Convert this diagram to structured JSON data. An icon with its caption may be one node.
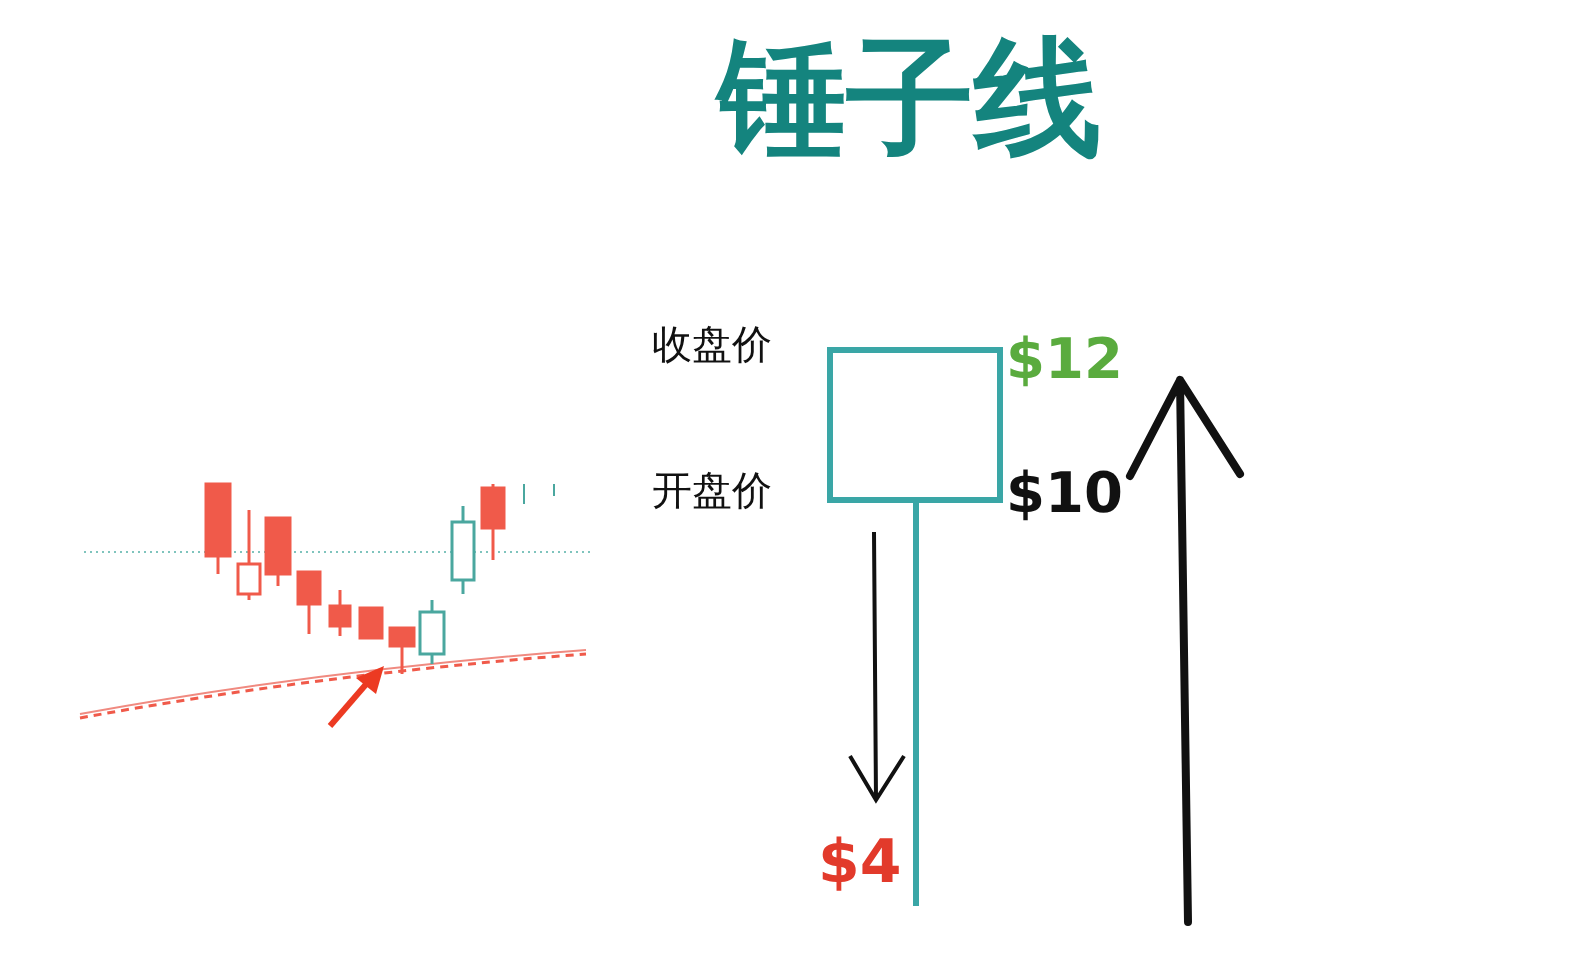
{
  "diagram": {
    "title": "锤子线",
    "labels": [
      "收盘价",
      "$12",
      "开盘价",
      "$10",
      "$4"
    ]
  }
}
